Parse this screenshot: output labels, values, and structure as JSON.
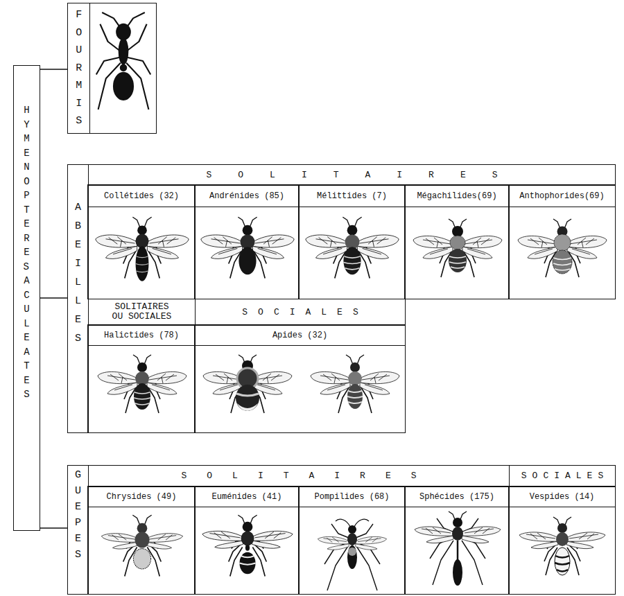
{
  "diagram": {
    "nodes": [
      {
        "text": [
          "HYMENOPTERES ACULEATES"
        ]
      },
      {
        "text": [
          "FOURMIS"
        ]
      },
      {
        "text": [
          "ABEILLES"
        ]
      },
      {
        "text": [
          "SOLITAIRES"
        ],
        "in": 2
      },
      {
        "text": [
          "Collétides (32)"
        ],
        "in": 3
      },
      {
        "text": [
          "Andrénides (85)"
        ],
        "in": 3
      },
      {
        "text": [
          "Mélittides (7)"
        ],
        "in": 3
      },
      {
        "text": [
          "Mégachilides(69)"
        ],
        "in": 3
      },
      {
        "text": [
          "Anthophorides(69)"
        ],
        "in": 3
      },
      {
        "text": [
          "SOLITAIRES OU SOCIALES"
        ],
        "in": 2
      },
      {
        "text": [
          "Halictides (78)"
        ],
        "in": 9
      },
      {
        "text": [
          "SOCIALES"
        ],
        "in": 2
      },
      {
        "text": [
          "Apides (32)"
        ],
        "in": 11
      },
      {
        "text": [
          "GUEPES"
        ]
      },
      {
        "text": [
          "SOLITAIRES"
        ],
        "in": 13
      },
      {
        "text": [
          "Chrysides (49)"
        ],
        "in": 14
      },
      {
        "text": [
          "Euménides (41)"
        ],
        "in": 14
      },
      {
        "text": [
          "Pompilides (68)"
        ],
        "in": 14
      },
      {
        "text": [
          "Sphécides (175)"
        ],
        "in": 14
      },
      {
        "text": [
          "SOCIALES"
        ],
        "in": 13
      },
      {
        "text": [
          "Vespides (14)"
        ],
        "in": 19
      }
    ],
    "edges": [
      {
        "from": 0,
        "to": 1,
        "arrow": "none"
      },
      {
        "from": 0,
        "to": 2,
        "arrow": "none"
      },
      {
        "from": 0,
        "to": 13,
        "arrow": "none"
      }
    ]
  }
}
